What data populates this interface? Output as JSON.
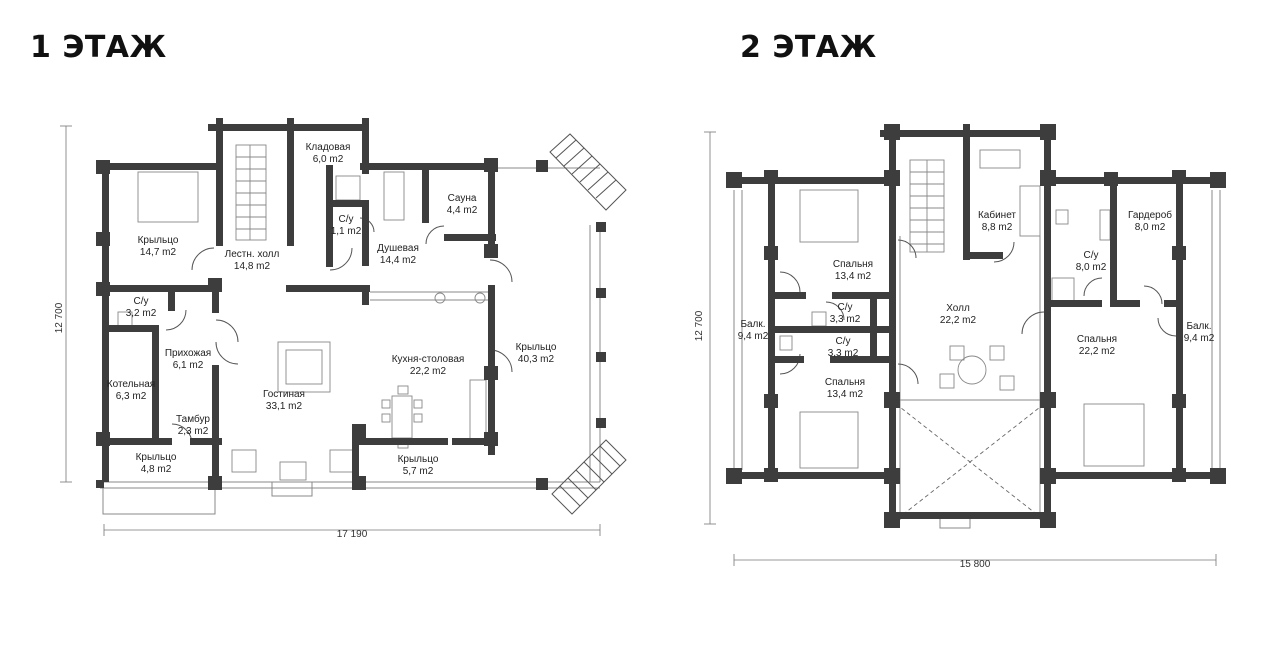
{
  "floor1": {
    "title": "1 ЭТАЖ",
    "height_dim": "12 700",
    "width_dim": "17 190",
    "rooms": [
      {
        "name": "Крыльцо",
        "area": "14,7 m2"
      },
      {
        "name": "Лестн. холл",
        "area": "14,8 m2"
      },
      {
        "name": "Кладовая",
        "area": "6,0 m2"
      },
      {
        "name": "С/у",
        "area": "1,1 m2"
      },
      {
        "name": "Душевая",
        "area": "14,4 m2"
      },
      {
        "name": "Сауна",
        "area": "4,4 m2"
      },
      {
        "name": "С/у",
        "area": "3,2 m2"
      },
      {
        "name": "Прихожая",
        "area": "6,1 m2"
      },
      {
        "name": "Котельная",
        "area": "6,3 m2"
      },
      {
        "name": "Тамбур",
        "area": "2,3 m2"
      },
      {
        "name": "Гостиная",
        "area": "33,1 m2"
      },
      {
        "name": "Кухня-столовая",
        "area": "22,2 m2"
      },
      {
        "name": "Крыльцо",
        "area": "40,3 m2"
      },
      {
        "name": "Крыльцо",
        "area": "4,8 m2"
      },
      {
        "name": "Крыльцо",
        "area": "5,7 m2"
      }
    ]
  },
  "floor2": {
    "title": "2 ЭТАЖ",
    "height_dim": "12 700",
    "width_dim": "15  800",
    "rooms": [
      {
        "name": "Спальня",
        "area": "13,4 m2"
      },
      {
        "name": "Кабинет",
        "area": "8,8 m2"
      },
      {
        "name": "С/у",
        "area": "8,0 m2"
      },
      {
        "name": "Гардероб",
        "area": "8,0 m2"
      },
      {
        "name": "Балк.",
        "area": "9,4 m2"
      },
      {
        "name": "С/у",
        "area": "3,3 m2"
      },
      {
        "name": "С/у",
        "area": "3,3 m2"
      },
      {
        "name": "Холл",
        "area": "22,2 m2"
      },
      {
        "name": "Спальня",
        "area": "13,4 m2"
      },
      {
        "name": "Спальня",
        "area": "22,2 m2"
      },
      {
        "name": "Балк.",
        "area": "9,4 m2"
      }
    ]
  }
}
